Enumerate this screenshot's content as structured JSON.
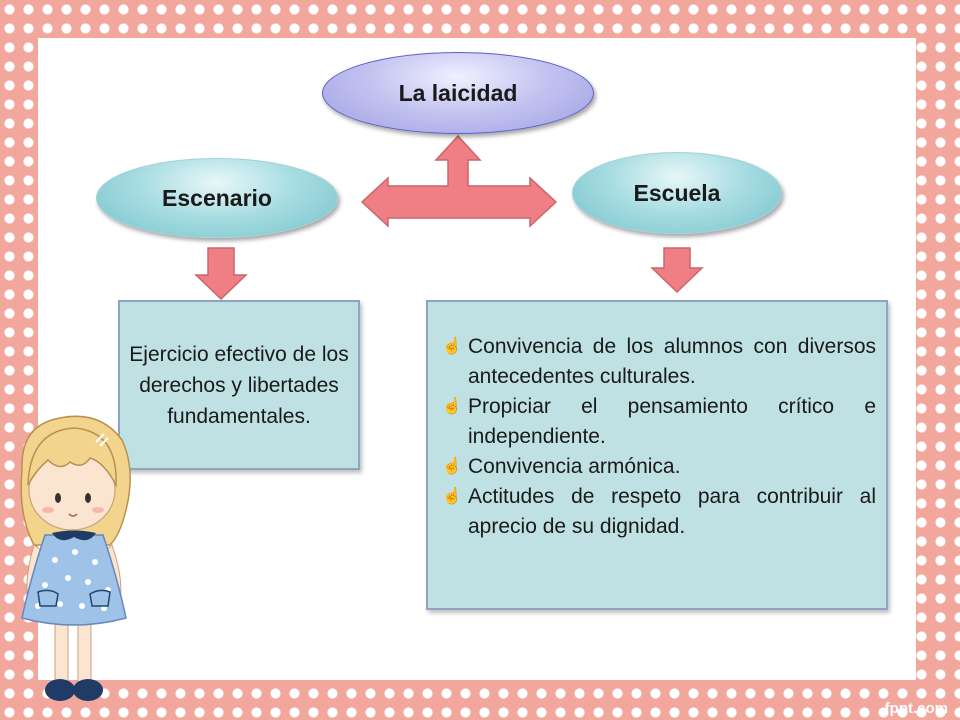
{
  "diagram": {
    "top_node": {
      "label": "La laicidad"
    },
    "left_node": {
      "label": "Escenario"
    },
    "right_node": {
      "label": "Escuela"
    },
    "left_box": {
      "text": "Ejercicio efectivo de los derechos y libertades fundamentales."
    },
    "right_box": {
      "items": [
        {
          "text": "Convivencia de los  alumnos con diversos antecedentes culturales."
        },
        {
          "text": "Propiciar el pensamiento crítico e independiente."
        },
        {
          "text": "Convivencia armónica."
        },
        {
          "text": "Actitudes de respeto para contribuir al aprecio de su dignidad."
        }
      ]
    }
  },
  "watermark": "fppt.com",
  "colors": {
    "frame": "#f2a79d",
    "arrow": "#f07f85",
    "oval_top": "#c4c4f1",
    "oval_side": "#a8dde2",
    "box": "#bfe1e4"
  },
  "icons": {
    "bullet": "pointing-hand-icon",
    "illustration": "girl-character"
  }
}
